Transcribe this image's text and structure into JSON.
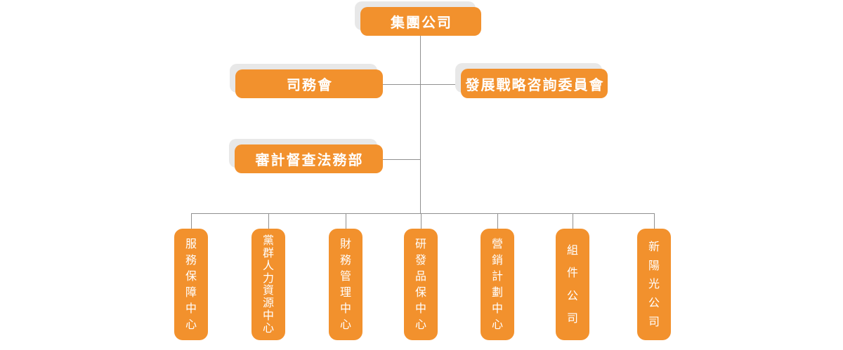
{
  "nodes": {
    "root": {
      "label": "集團公司"
    },
    "council": {
      "label": "司務會"
    },
    "strategy_committee": {
      "label": "發展戰略咨詢委員會"
    },
    "audit_legal": {
      "label": "審計督查法務部"
    }
  },
  "departments": [
    {
      "label": "服務保障中心"
    },
    {
      "label": "黨群人力資源中心"
    },
    {
      "label": "財務管理中心"
    },
    {
      "label": "研發品保中心"
    },
    {
      "label": "營銷計劃中心"
    },
    {
      "label": "組件公司"
    },
    {
      "label": "新陽光公司"
    }
  ],
  "colors": {
    "box": "#F2912D",
    "shadow": "#E8E8E8",
    "line": "#909090",
    "text": "#FFFFFF",
    "background": "#FFFFFF"
  }
}
